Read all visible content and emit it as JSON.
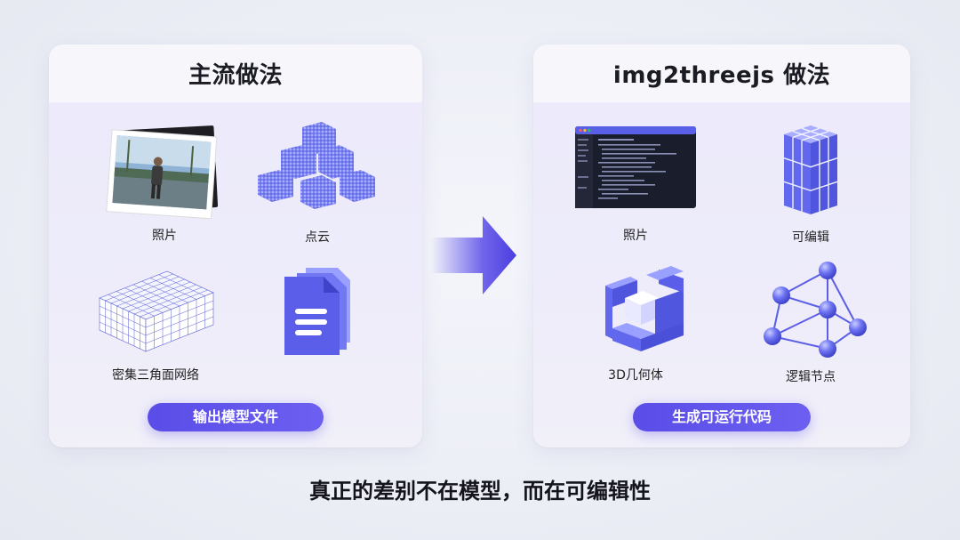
{
  "left_panel": {
    "title": "主流做法",
    "items": [
      {
        "label": "照片",
        "icon": "photo-icon"
      },
      {
        "label": "点云",
        "icon": "point-cloud-icon"
      },
      {
        "label": "密集三角面网络",
        "icon": "dense-mesh-icon"
      },
      {
        "label": "",
        "icon": "model-file-icon"
      }
    ],
    "button_label": "输出模型文件"
  },
  "right_panel": {
    "title": "img2threejs 做法",
    "items": [
      {
        "label": "照片",
        "icon": "code-screenshot-icon"
      },
      {
        "label": "可编辑",
        "icon": "editable-cubes-icon"
      },
      {
        "label": "3D几何体",
        "icon": "geometry-icon"
      },
      {
        "label": "逻辑节点",
        "icon": "logic-nodes-icon"
      }
    ],
    "button_label": "生成可运行代码"
  },
  "caption": "真正的差别不在模型，而在可编辑性",
  "colors": {
    "accent": "#5a4de8",
    "cube_light": "#8f97ff",
    "cube_dark": "#4a48d8"
  }
}
